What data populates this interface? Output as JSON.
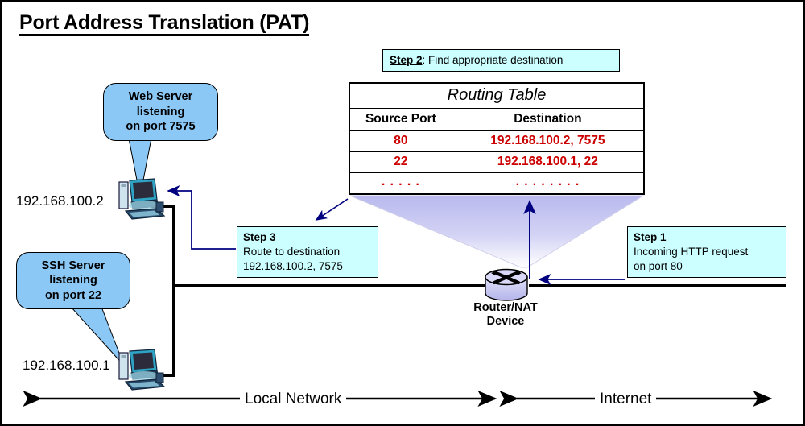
{
  "title": "Port Address Translation (PAT)",
  "steps": {
    "step1": {
      "label": "Step 1",
      "lines": [
        "Incoming HTTP request",
        "on port 80"
      ]
    },
    "step2": {
      "label": "Step 2",
      "text": ": Find appropriate destination"
    },
    "step3": {
      "label": "Step 3",
      "lines": [
        "Route to destination",
        "192.168.100.2, 7575"
      ]
    }
  },
  "routing_table": {
    "title": "Routing Table",
    "columns": [
      "Source Port",
      "Destination"
    ],
    "rows": [
      [
        "80",
        "192.168.100.2, 7575"
      ],
      [
        "22",
        "192.168.100.1, 22"
      ],
      [
        ". . . . .",
        ". . . . . . . ."
      ]
    ],
    "data_color": "#cc0000"
  },
  "hosts": [
    {
      "id": "web-server",
      "ip": "192.168.100.2",
      "bubble_lines": [
        "Web Server",
        "listening",
        "on port 7575"
      ]
    },
    {
      "id": "ssh-server",
      "ip": "192.168.100.1",
      "bubble_lines": [
        "SSH Server",
        "listening",
        "on port 22"
      ]
    }
  ],
  "router": {
    "lines": [
      "Router/NAT",
      "Device"
    ],
    "icon": "router-cylinder-icon"
  },
  "zones": {
    "local": "Local Network",
    "internet": "Internet"
  },
  "colors": {
    "bubble_fill": "#8cc8f5",
    "step_fill": "#ccffff",
    "cone_fill": "#c8c8f0",
    "arrow": "#000080",
    "table_data": "#cc0000",
    "router_fill": "#ccccf5"
  }
}
